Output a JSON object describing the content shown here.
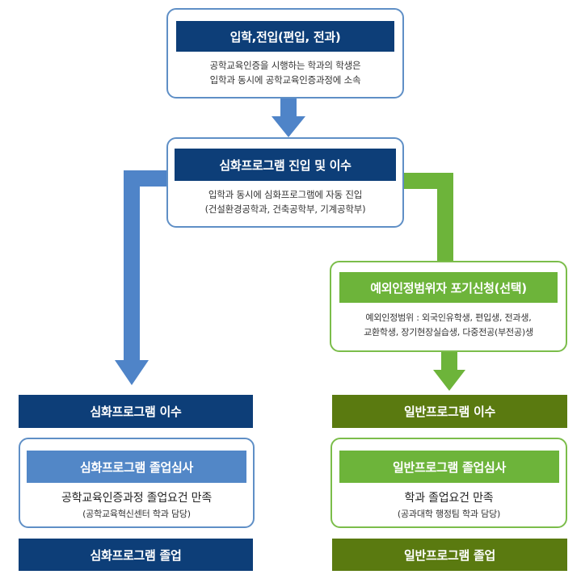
{
  "top": {
    "title": "입학,전입(편입, 전과)",
    "lines": [
      "공학교육인증을 시행하는 학과의 학생은",
      "입학과 동시에 공학교육인증과정에 소속"
    ]
  },
  "deep_entry": {
    "title": "심화프로그램 진입 및 이수",
    "lines": [
      "입학과 동시에 심화프로그램에 자동 진입",
      "(건설환경공학과, 건축공학부, 기계공학부)"
    ]
  },
  "exception": {
    "title": "예외인정범위자 포기신청(선택)",
    "lines": [
      "예외인정범위 : 외국인유학생, 편입생, 전과생,",
      "교환학생, 장기현장실습생, 다중전공(부전공)생"
    ]
  },
  "left": {
    "complete": "심화프로그램 이수",
    "review_title": "심화프로그램 졸업심사",
    "review_main": "공학교육인증과정 졸업요건 만족",
    "review_sub": "(공학교육혁신센터 학과 담당)",
    "graduate": "심화프로그램 졸업"
  },
  "right": {
    "complete": "일반프로그램 이수",
    "review_title": "일반프로그램 졸업심사",
    "review_main": "학과 졸업요건 만족",
    "review_sub": "(공과대학 행정팀 학과 담당)",
    "graduate": "일반프로그램 졸업"
  },
  "colors": {
    "navy": "#0d3e78",
    "light_blue": "#5287c7",
    "arrow_blue": "#4f84c8",
    "olive": "#5a7a10",
    "green": "#6db43a",
    "card_border_blue": "#5f8fc6",
    "card_border_green": "#7bbd4a"
  }
}
